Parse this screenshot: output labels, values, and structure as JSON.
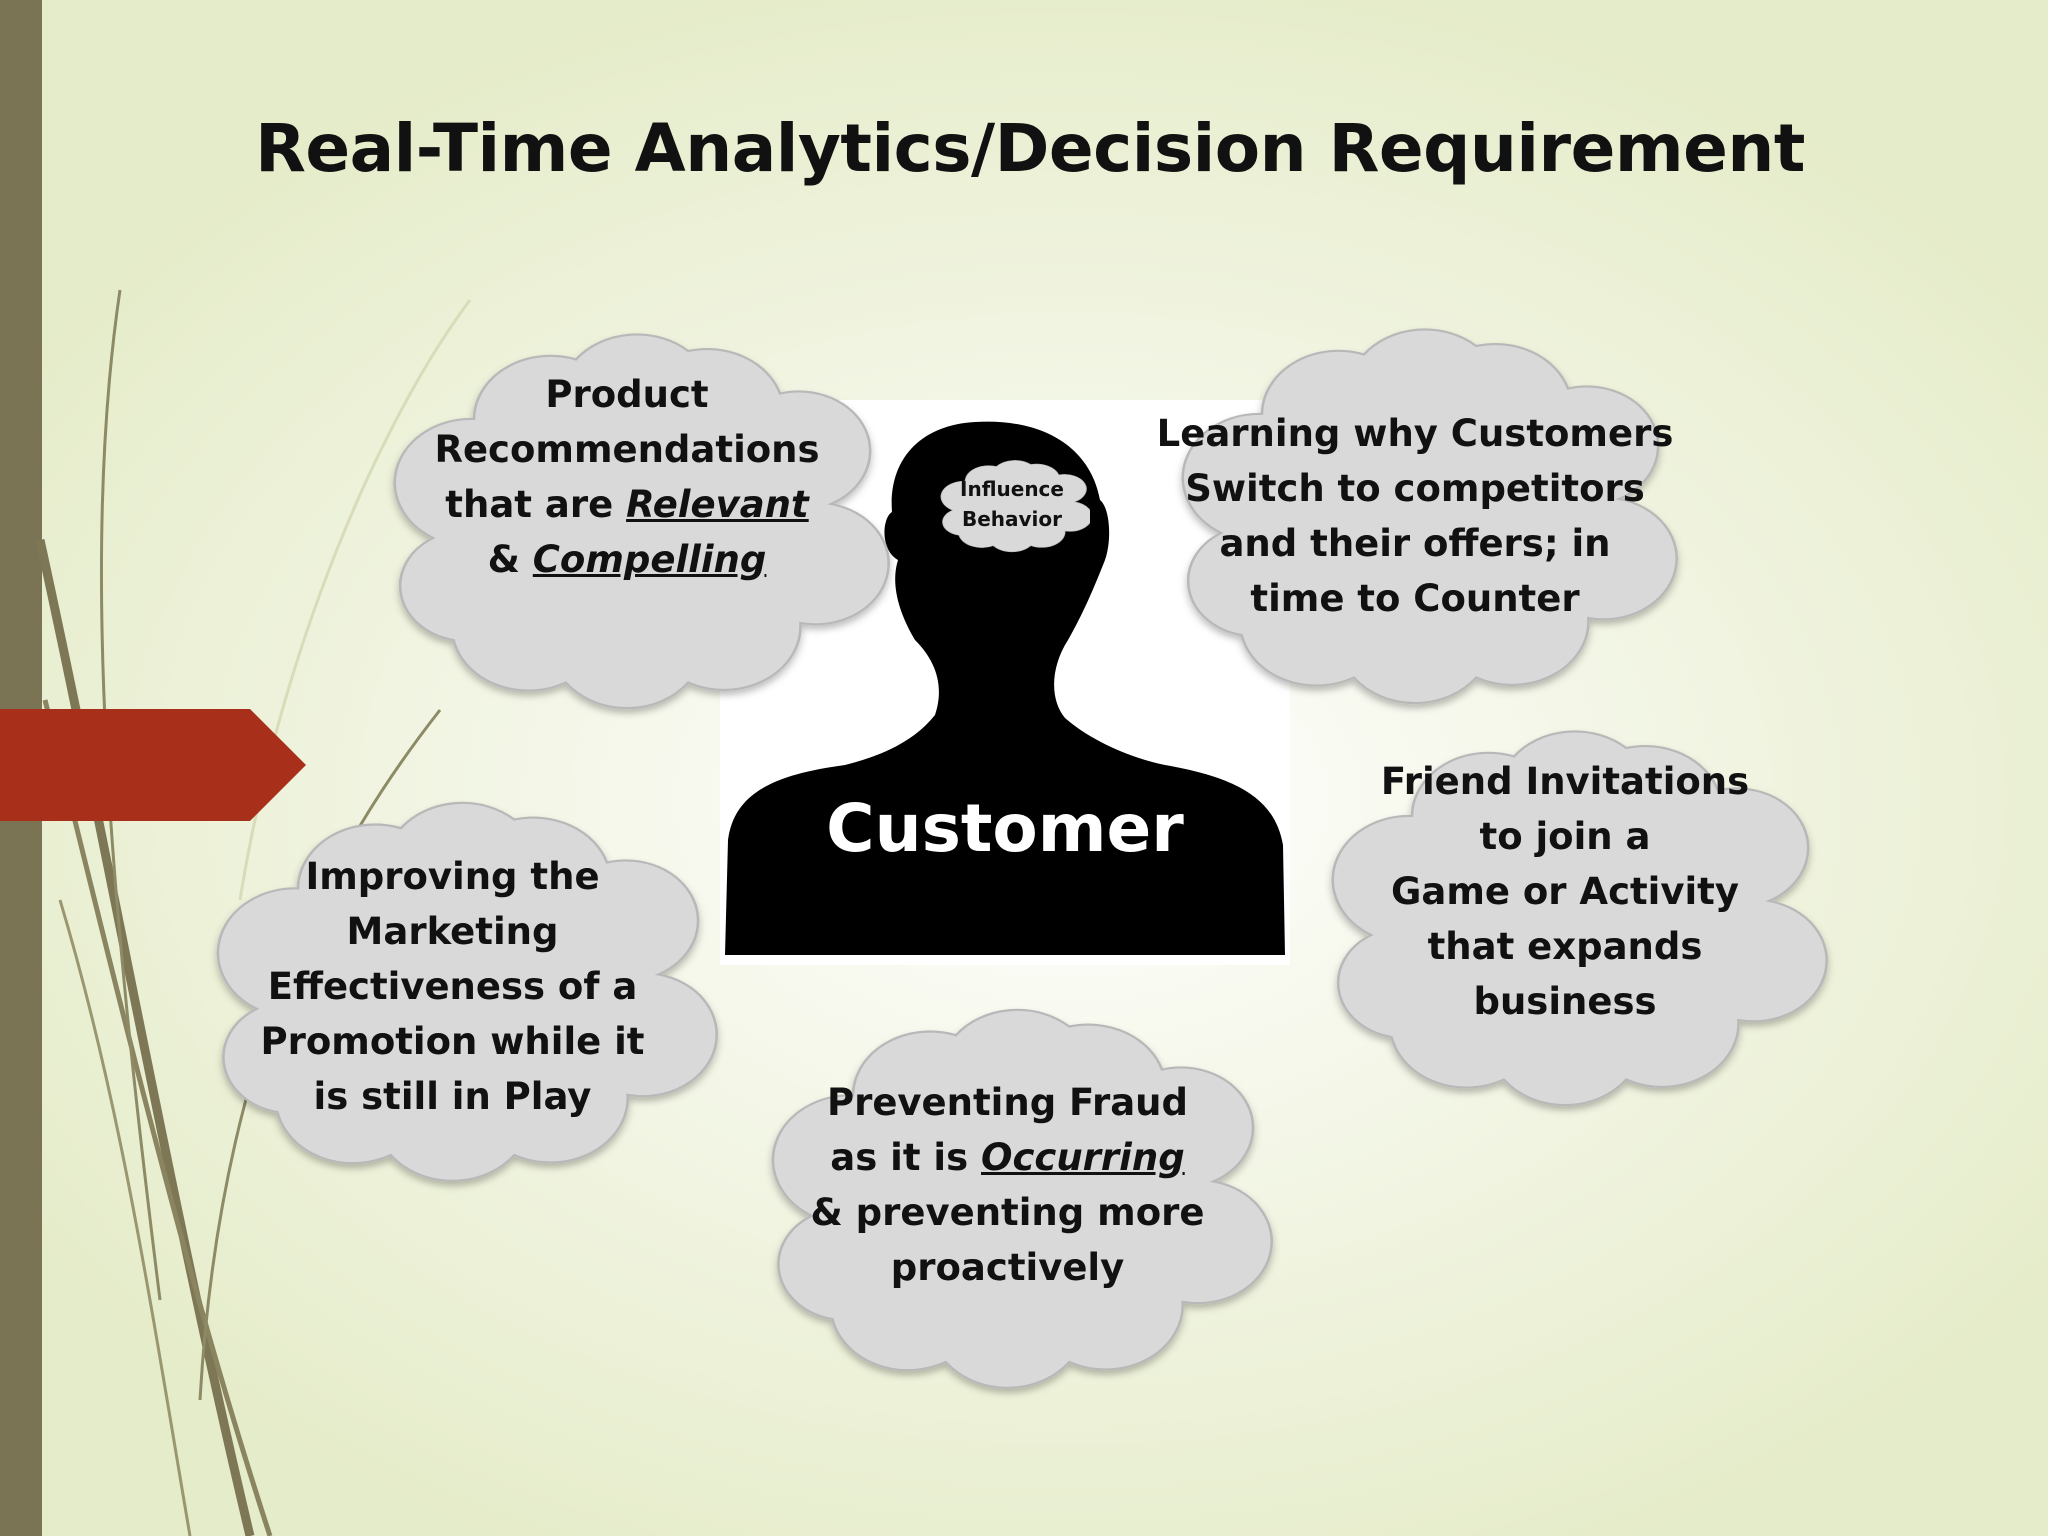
{
  "slide": {
    "title": "Real-Time Analytics/Decision Requirement"
  },
  "center": {
    "label": "Customer",
    "thought": {
      "line1": "Influence",
      "line2": "Behavior"
    }
  },
  "clouds": {
    "product": {
      "l1": "Product",
      "l2": "Recommendations",
      "l3a": "that are ",
      "l3b": "Relevant",
      "l4a": "& ",
      "l4b": "Compelling"
    },
    "learning": {
      "l1": "Learning why Customers",
      "l2": "Switch to competitors",
      "l3": "and their offers; in",
      "l4": "time to Counter"
    },
    "friend": {
      "l1": "Friend Invitations",
      "l2": "to join a",
      "l3": "Game or Activity",
      "l4": "that expands",
      "l5": "business"
    },
    "marketing": {
      "l1": "Improving the",
      "l2": "Marketing",
      "l3": "Effectiveness of a",
      "l4": "Promotion while it",
      "l5": "is still in Play"
    },
    "fraud": {
      "l1": "Preventing Fraud",
      "l2a": "as it is ",
      "l2b": "Occurring",
      "l3": "& preventing more",
      "l4": "proactively"
    }
  },
  "colors": {
    "cloud_fill": "#d9d9d9",
    "cloud_stroke": "#b3b3b3",
    "silhouette": "#000000",
    "accent_arrow": "#a8301a",
    "side_bar": "#7a7455"
  }
}
